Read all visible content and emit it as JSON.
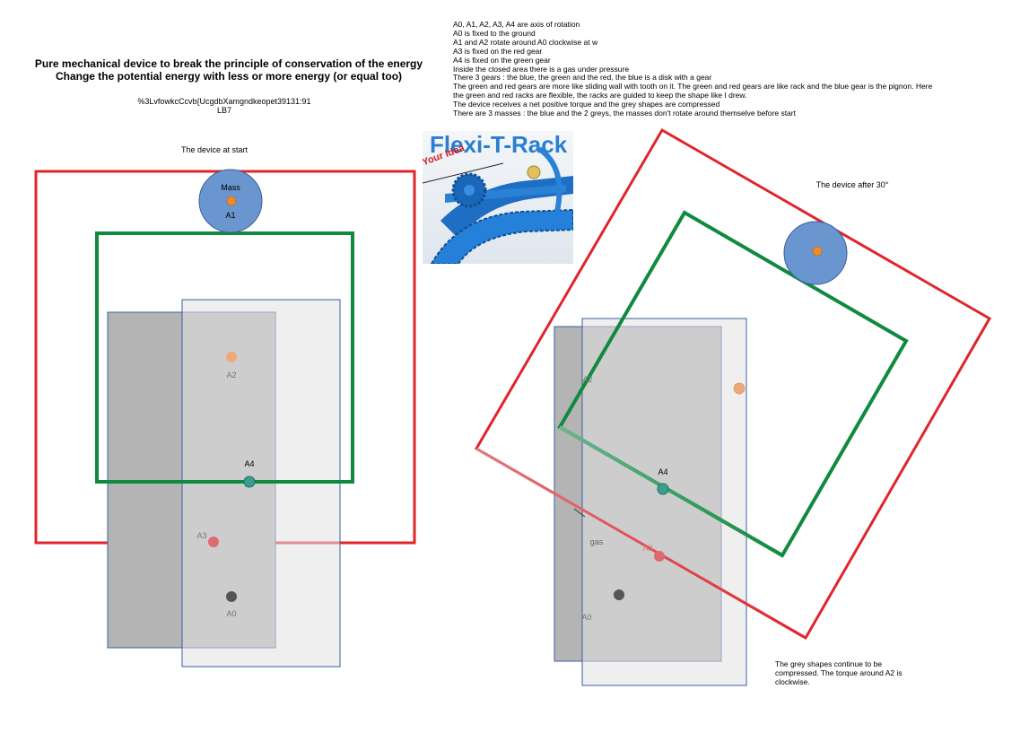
{
  "header": {
    "title_line1": "Pure mechanical device to break the principle of conservation of the energy",
    "title_line2": "Change the potential energy with less or more energy (or equal too)",
    "code_line1": "%3LvfowkcCcvb{UcgdbXamgndkeopet39131:91",
    "code_line2": "LB7"
  },
  "notes": [
    "A0, A1, A2, A3, A4 are axis of rotation",
    "A0 is fixed to the ground",
    "A1 and A2 rotate around A0 clockwise at w",
    "A3 is fixed on the red gear",
    "A4 is fixed on the green gear",
    "Inside the closed area there is a gas under pressure",
    "There 3 gears : the blue, the green and the red, the blue is a disk with a gear",
    "The green and red gears are more like sliding wall with tooth on it. The green and red gears are like rack and the blue gear is the pignon. Here",
    "the green and red racks are flexible, the racks are guided to keep the shape like I drew.",
    "The device receives a net positive torque and the grey shapes are compressed",
    "There are 3 masses : the blue and the 2 greys, the masses don't rotate around themselve before start"
  ],
  "logo": {
    "brand": "Flexi-T-Rack",
    "tagline": "Your Idea"
  },
  "start_view": {
    "caption": "The device at start",
    "mass_label": "Mass",
    "a1": "A1",
    "a2": "A2",
    "a3": "A3",
    "a4": "A4",
    "a0": "A0"
  },
  "rotated_view": {
    "caption": "The device after 30°",
    "a2": "A2",
    "a4": "A4",
    "a3": "A3",
    "a0": "A0",
    "gas": "gas",
    "note_line1": "The grey shapes continue to be",
    "note_line2": "compressed. The torque around A2 is",
    "note_line3": "clockwise."
  },
  "colors": {
    "red": "#e0252b",
    "green": "#0f8a3e",
    "blue_mass": "#6a96cf",
    "orange_dot": "#f08a24",
    "teal_dot": "#3a9f8f",
    "pink_dot": "#e06a72",
    "grey_dark": "#b4b4b4",
    "grey_light": "#e2e2e2",
    "outline_blue": "#3a5fa0"
  }
}
